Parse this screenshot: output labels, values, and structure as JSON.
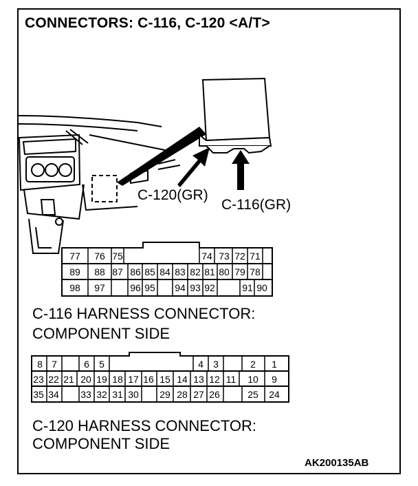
{
  "title": "CONNECTORS: C-116, C-120 <A/T>",
  "labels": {
    "c120": "C-120(GR)",
    "c116": "C-116(GR)"
  },
  "c116": {
    "caption_line1": "C-116 HARNESS CONNECTOR:",
    "caption_line2": "COMPONENT SIDE",
    "row1": [
      "77",
      "76",
      "75",
      "74",
      "73",
      "72",
      "71"
    ],
    "row2": [
      "89",
      "88",
      "87",
      "86",
      "85",
      "84",
      "83",
      "82",
      "81",
      "80",
      "79",
      "78"
    ],
    "row3": [
      "98",
      "97",
      "96",
      "95",
      "94",
      "93",
      "92",
      "91",
      "90"
    ]
  },
  "c120": {
    "caption_line1": "C-120 HARNESS CONNECTOR:",
    "caption_line2": "COMPONENT SIDE",
    "row1": [
      "8",
      "7",
      "6",
      "5",
      "4",
      "3",
      "2",
      "1"
    ],
    "row2": [
      "23",
      "22",
      "21",
      "20",
      "19",
      "18",
      "17",
      "16",
      "15",
      "14",
      "13",
      "12",
      "11",
      "10",
      "9"
    ],
    "row3": [
      "35",
      "34",
      "33",
      "32",
      "31",
      "30",
      "29",
      "28",
      "27",
      "26",
      "25",
      "24"
    ]
  },
  "code": "AK200135AB"
}
